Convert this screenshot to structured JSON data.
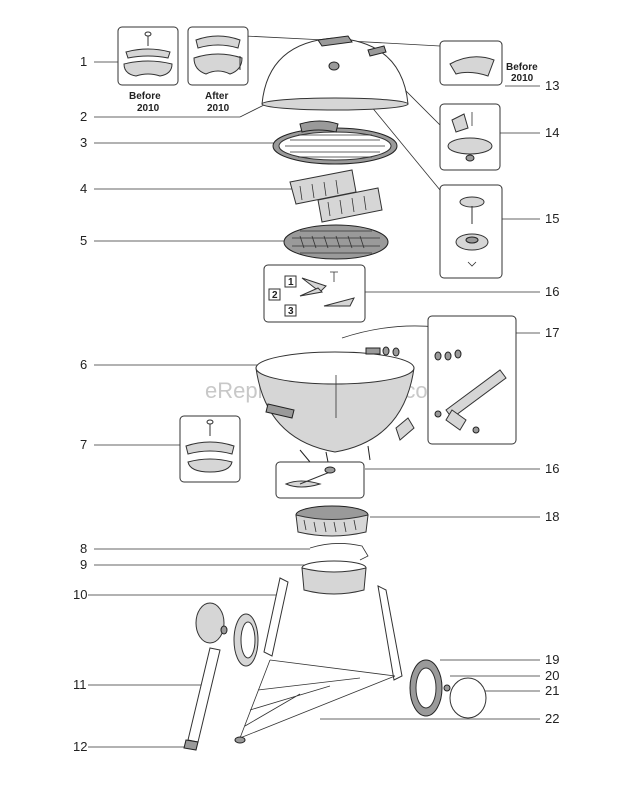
{
  "callouts_left": [
    "1",
    "2",
    "3",
    "4",
    "5",
    "6",
    "7",
    "8",
    "9",
    "10",
    "11",
    "12"
  ],
  "callouts_right": [
    "13",
    "14",
    "15",
    "16",
    "17",
    "16",
    "18",
    "19",
    "20",
    "21",
    "22"
  ],
  "captions": {
    "before_1": "Before",
    "before_1_year": "2010",
    "after_1": "After",
    "after_1_year": "2010",
    "before_13": "Before",
    "before_13_year": "2010"
  },
  "inset_numbers": [
    "1",
    "2",
    "3"
  ],
  "watermark": "eReplacementParts.com"
}
